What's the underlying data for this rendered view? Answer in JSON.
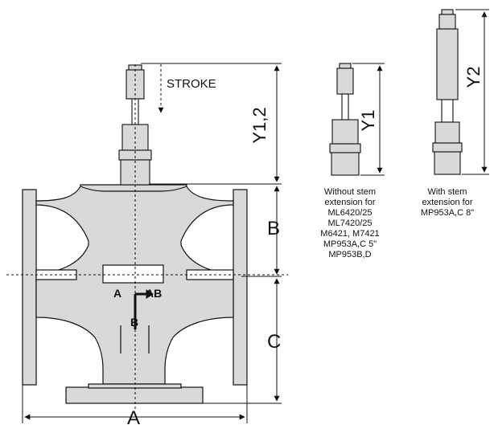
{
  "labels": {
    "stroke": "STROKE",
    "y12": "Y1,2",
    "y1": "Y1",
    "y2": "Y2",
    "dim_a": "A",
    "dim_b": "B",
    "dim_c": "C",
    "port_a": "A",
    "port_ab": "AB",
    "port_b": "B"
  },
  "notes": {
    "without_extension": "Without stem\nextension for\nML6420/25\nML7420/25\nM6421, M7421\nMP953A,C 5\"\nMP953B,D",
    "with_extension": "With stem\nextension for\nMP953A,C 8\""
  },
  "colors": {
    "body_fill": "#d9d9d9",
    "line": "#111111",
    "dark_fill": "#555555"
  }
}
